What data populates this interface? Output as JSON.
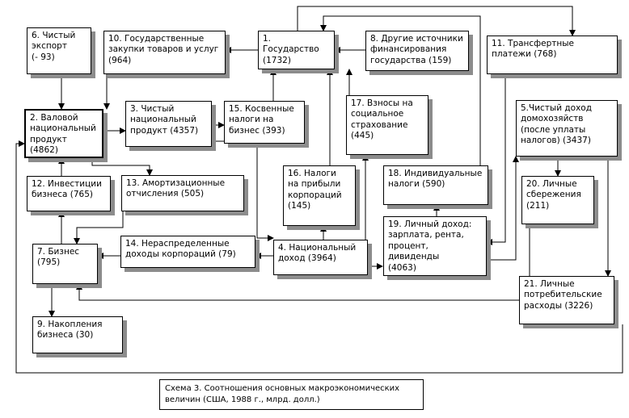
{
  "boxes": {
    "b1": {
      "text": "1.   Государство\n(1732)"
    },
    "b2": {
      "text": "2.          Валовой\nнациональный\nпродукт (4862)"
    },
    "b3": {
      "text": "3.           Чистый\nнациональный\nпродукт (4357)"
    },
    "b5": {
      "text": "5.Чистый доход\nдомохозяйств\n(после уплаты\nналогов) (3437)"
    },
    "b6": {
      "text": "6.      Чистый\nэкспорт\n(- 93)"
    },
    "b7": {
      "text": "7.       Бизнес\n(795)"
    },
    "b8": {
      "text": "8. Другие источники\nфинансирования\nгосударства (159)"
    },
    "b9": {
      "text": "9.    Накопления\nбизнеса (30)"
    },
    "b10": {
      "text": "10.    Государственные\nзакупки товаров и услуг\n(964)"
    },
    "b11": {
      "text": "11.      Трансфертные\nплатежи (768)"
    },
    "b12": {
      "text": "12. Инвестиции\nбизнеса (765)"
    },
    "b13": {
      "text": "13.      Амортизационные\nотчисления (505)"
    },
    "b14": {
      "text": "14.         Нераспределенные\nдоходы корпораций (79)"
    },
    "b15": {
      "text": "15. Косвенные\nналоги        на\nбизнес (393)"
    },
    "b16": {
      "text": "16.     Налоги\nна     прибыли\nкорпораций\n(145)"
    },
    "b17": {
      "text": "17. Взносы на\nсоциальное\nстрахование\n(445)"
    },
    "b18": {
      "text": "18. Индивидуальные\nналоги (590)"
    },
    "b19": {
      "text": "19.  Личный доход:\nзарплата,      рента,\nпроцент, дивиденды\n(4063)"
    },
    "b20": {
      "text": "20.      Личные\nсбережения\n(211)"
    },
    "b21": {
      "text": "21.          Личные\nпотребительские\nрасходы (3226)"
    },
    "b4": {
      "text": "4.        Национальный\nдоход (3964)"
    }
  },
  "caption": "Схема 3. Соотношения основных макроэкономических\nвеличин (США, 1988 г., млрд. долл.)"
}
